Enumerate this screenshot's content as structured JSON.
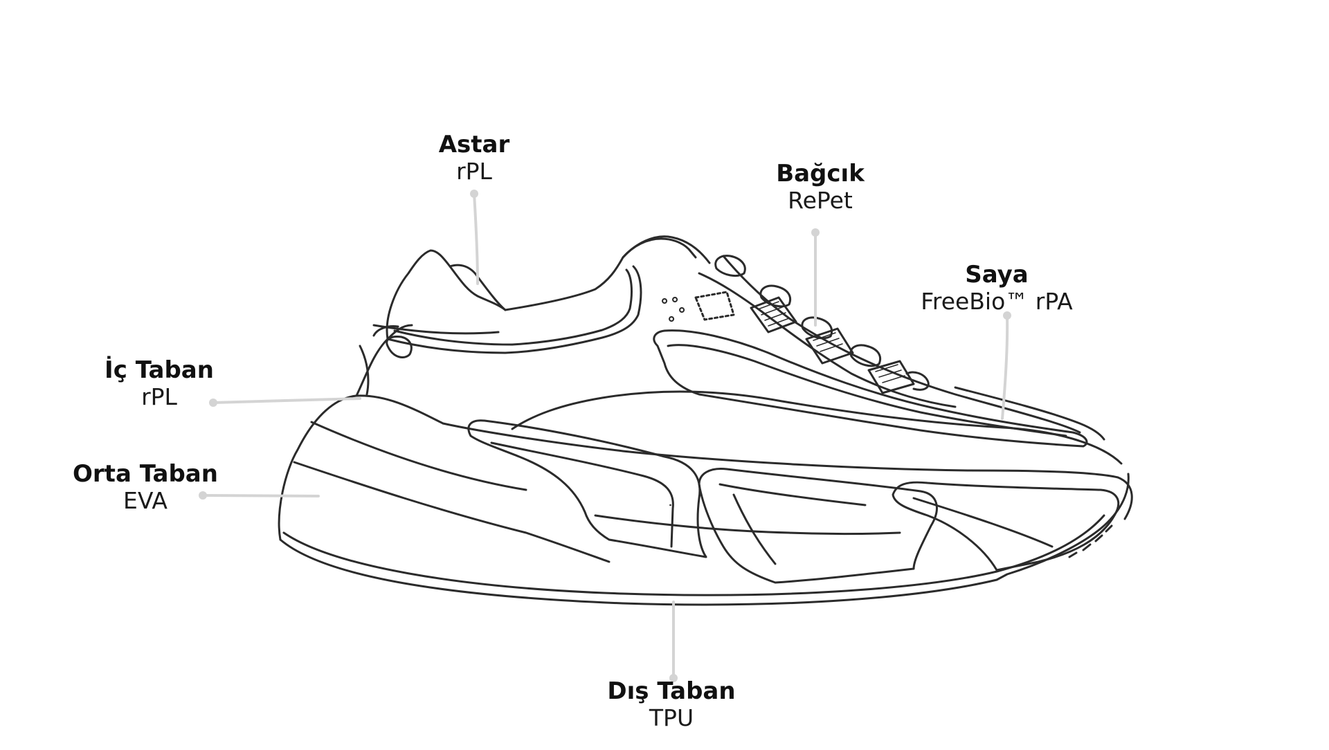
{
  "colors": {
    "outline": "#2b2b2b",
    "leader": "#d4d4d4",
    "text": "#111111"
  },
  "parts": [
    {
      "id": "astar",
      "title": "Astar",
      "material": "rPL"
    },
    {
      "id": "bagcik",
      "title": "Bağcık",
      "material": "RePet"
    },
    {
      "id": "saya",
      "title": "Saya",
      "material": "FreeBio™ rPA"
    },
    {
      "id": "ic-taban",
      "title": "İç Taban",
      "material": "rPL"
    },
    {
      "id": "orta-taban",
      "title": "Orta Taban",
      "material": "EVA"
    },
    {
      "id": "dis-taban",
      "title": "Dış Taban",
      "material": "TPU"
    }
  ]
}
